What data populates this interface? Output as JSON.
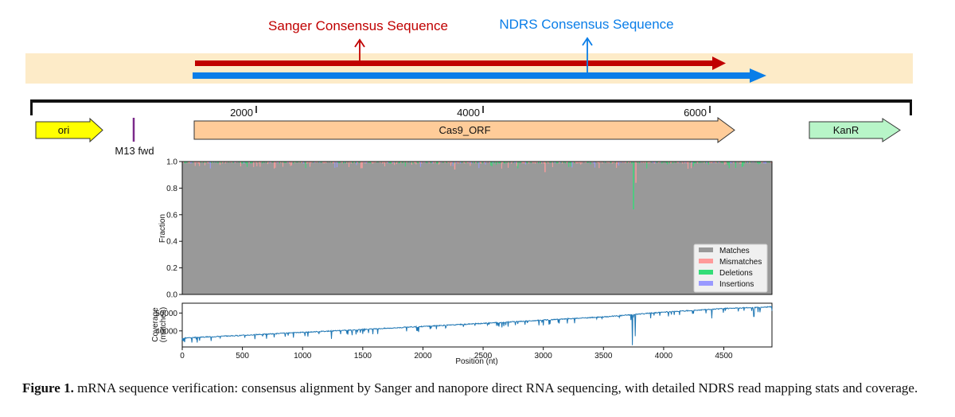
{
  "labels": {
    "sanger": "Sanger Consensus Sequence",
    "ndrs": "NDRS Consensus Sequence"
  },
  "plasmid_map": {
    "ticks": [
      {
        "value": 2000,
        "label": "2000"
      },
      {
        "value": 4000,
        "label": "4000"
      },
      {
        "value": 6000,
        "label": "6000"
      }
    ],
    "features": [
      {
        "name": "ori",
        "color": "#ffff00"
      },
      {
        "name": "M13 fwd",
        "color": "#7b2a8a"
      },
      {
        "name": "Cas9_ORF",
        "color": "#ffcc99"
      },
      {
        "name": "KanR",
        "color": "#b8f5c8"
      }
    ],
    "colors": {
      "highlight_band": "#fdebc8",
      "sanger": "#c00000",
      "ndrs": "#0a7ee8"
    }
  },
  "chart_data": [
    {
      "type": "bar",
      "ylabel": "Fraction",
      "xlim": [
        0,
        4900
      ],
      "ylim": [
        0.0,
        1.0
      ],
      "yticks": [
        "0.0",
        "0.2",
        "0.4",
        "0.6",
        "0.8",
        "1.0"
      ],
      "grid": false,
      "legend_placement": "bottom-right",
      "series": [
        {
          "name": "Matches",
          "color": "#999999"
        },
        {
          "name": "Mismatches",
          "color": "#ff9a9a"
        },
        {
          "name": "Deletions",
          "color": "#33dd77"
        },
        {
          "name": "Insertions",
          "color": "#9999ff"
        }
      ],
      "notable_dips": [
        {
          "x": 3745,
          "y": 0.64,
          "series": "Deletions"
        },
        {
          "x": 3765,
          "y": 0.84,
          "series": "Mismatches"
        },
        {
          "x": 3010,
          "y": 0.92,
          "series": "Mismatches"
        },
        {
          "x": 2260,
          "y": 0.94,
          "series": "Mismatches"
        },
        {
          "x": 1490,
          "y": 0.95,
          "series": "Mismatches"
        }
      ]
    },
    {
      "type": "line",
      "ylabel": "Coverage\n(matches)",
      "xlabel": "Position (nt)",
      "xlim": [
        0,
        4900
      ],
      "ylim": [
        31000,
        55500
      ],
      "xticks": [
        "0",
        "500",
        "1000",
        "1500",
        "2000",
        "2500",
        "3000",
        "3500",
        "4000",
        "4500"
      ],
      "yticks": [
        "40000",
        "50000"
      ],
      "series": [
        {
          "color": "#1f77b4",
          "x": [
            0,
            500,
            1000,
            1500,
            2000,
            2500,
            3000,
            3500,
            4000,
            4500,
            4900
          ],
          "y": [
            36000,
            37500,
            39200,
            40800,
            42500,
            44200,
            46000,
            47800,
            50500,
            52500,
            53500
          ]
        }
      ],
      "notable_dips": [
        {
          "x": 1240,
          "y": 35500
        },
        {
          "x": 3740,
          "y": 32000
        },
        {
          "x": 3765,
          "y": 37000
        },
        {
          "x": 4400,
          "y": 47000
        },
        {
          "x": 4750,
          "y": 48000
        }
      ]
    }
  ],
  "caption": {
    "label": "Figure 1.",
    "text": " mRNA sequence verification: consensus alignment by Sanger and nanopore direct RNA sequencing, with detailed NDRS read mapping stats and coverage."
  }
}
